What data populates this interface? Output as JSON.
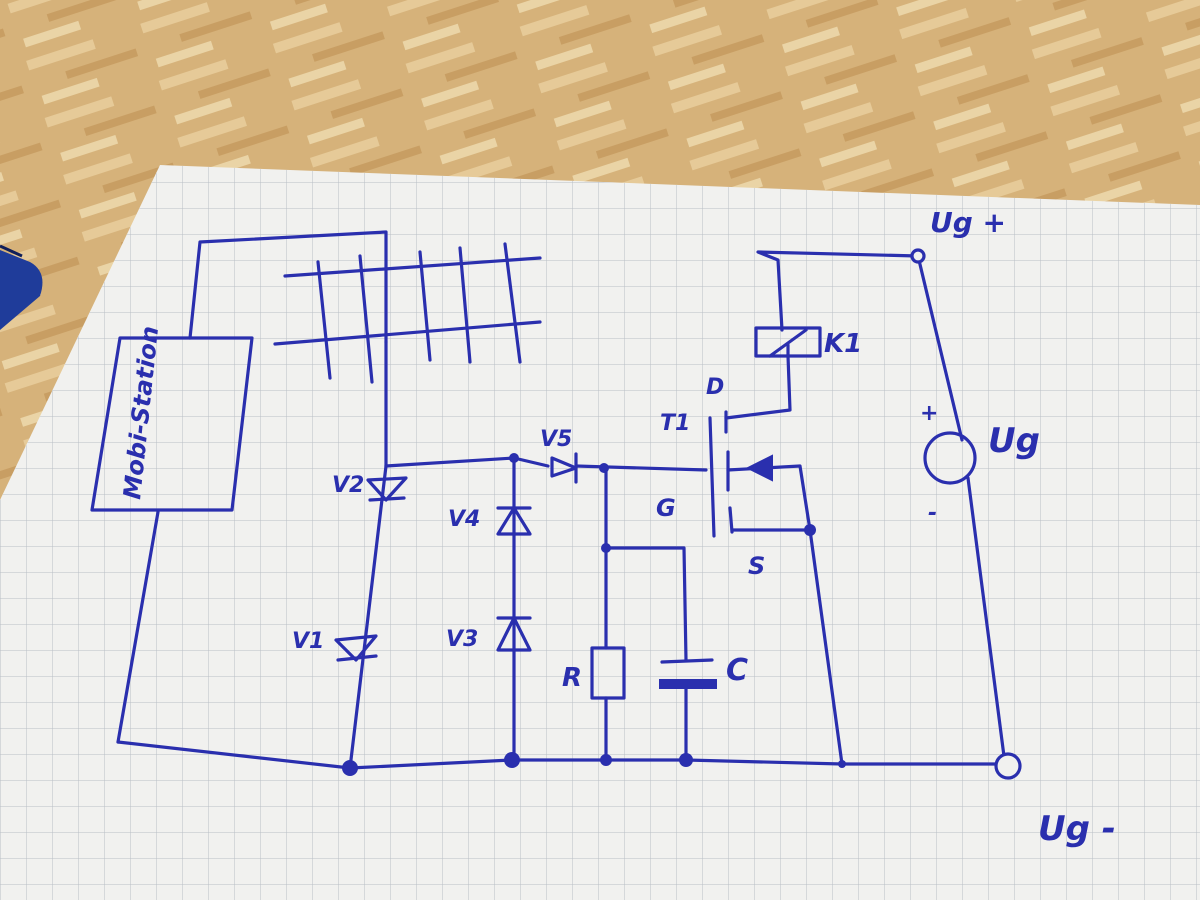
{
  "colors": {
    "ink": "#2a2fae",
    "paper": "#f1f1ef",
    "grid": "#b9bec6",
    "wood": "#d9b783"
  },
  "diagram": {
    "labels": {
      "station": "Mobi-Station",
      "v1": "V1",
      "v2": "V2",
      "v3": "V3",
      "v4": "V4",
      "v5": "V5",
      "t1": "T1",
      "d": "D",
      "g": "G",
      "s": "S",
      "r": "R",
      "c": "C",
      "k1": "K1",
      "plus": "+",
      "minus": "-",
      "ug": "Ug",
      "ug_plus": "Ug +",
      "ug_minus": "Ug -"
    }
  }
}
